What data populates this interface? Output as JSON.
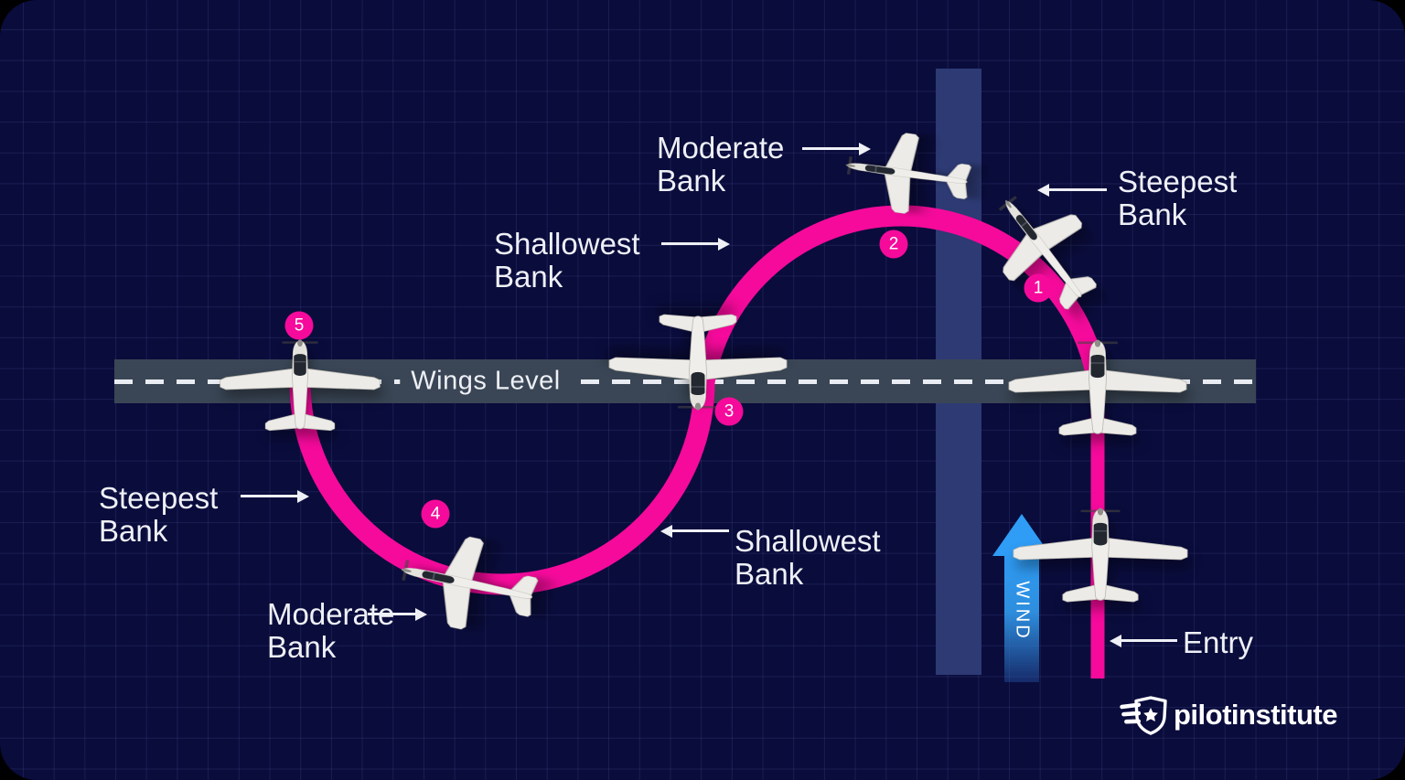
{
  "road": {
    "label": "Wings Level"
  },
  "wind": {
    "label": "WIND"
  },
  "entry": {
    "label": "Entry"
  },
  "bank_labels": {
    "top_moderate": {
      "line1": "Moderate",
      "line2": "Bank"
    },
    "top_steepest": {
      "line1": "Steepest",
      "line2": "Bank"
    },
    "top_shallowest": {
      "line1": "Shallowest",
      "line2": "Bank"
    },
    "left_steepest": {
      "line1": "Steepest",
      "line2": "Bank"
    },
    "bottom_moderate": {
      "line1": "Moderate",
      "line2": "Bank"
    },
    "bottom_shallowest": {
      "line1": "Shallowest",
      "line2": "Bank"
    }
  },
  "markers": [
    "1",
    "2",
    "3",
    "4",
    "5"
  ],
  "logo": {
    "brand": "pilotinstitute"
  },
  "colors": {
    "background": "#0a0c3c",
    "path_pink": "#f50a9b",
    "road_gray": "#3a4655",
    "vertical_road_blue": "#2d3a74",
    "wind_blue": "#2f9cf5",
    "text_white": "#eef0f6"
  }
}
